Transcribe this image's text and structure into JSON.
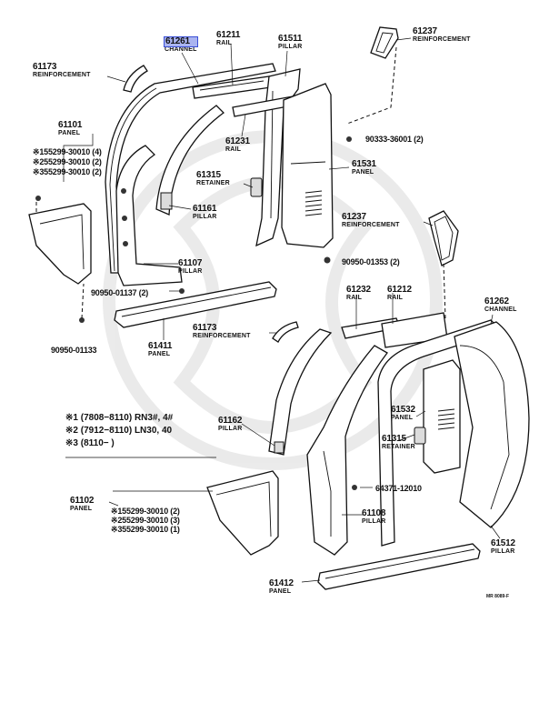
{
  "parts": {
    "p61261": {
      "number": "61261",
      "name": "CHANNEL"
    },
    "p61173a": {
      "number": "61173",
      "name": "REINFORCEMENT"
    },
    "p61211": {
      "number": "61211",
      "name": "RAIL"
    },
    "p61511": {
      "number": "61511",
      "name": "PILLAR"
    },
    "p61237a": {
      "number": "61237",
      "name": "REINFORCEMENT"
    },
    "p61101": {
      "number": "61101",
      "name": "PANEL"
    },
    "p61231": {
      "number": "61231",
      "name": "RAIL"
    },
    "p61531": {
      "number": "61531",
      "name": "PANEL"
    },
    "p61315a": {
      "number": "61315",
      "name": "RETAINER"
    },
    "p61161": {
      "number": "61161",
      "name": "PILLAR"
    },
    "p61237b": {
      "number": "61237",
      "name": "REINFORCEMENT"
    },
    "p61107": {
      "number": "61107",
      "name": "PILLAR"
    },
    "p61232": {
      "number": "61232",
      "name": "RAIL"
    },
    "p61212": {
      "number": "61212",
      "name": "RAIL"
    },
    "p61262": {
      "number": "61262",
      "name": "CHANNEL"
    },
    "p61173b": {
      "number": "61173",
      "name": "REINFORCEMENT"
    },
    "p61411": {
      "number": "61411",
      "name": "PANEL"
    },
    "p61532": {
      "number": "61532",
      "name": "PANEL"
    },
    "p61162": {
      "number": "61162",
      "name": "PILLAR"
    },
    "p61315b": {
      "number": "61315",
      "name": "RETAINER"
    },
    "p61102": {
      "number": "61102",
      "name": "PANEL"
    },
    "p61108": {
      "number": "61108",
      "name": "PILLAR"
    },
    "p61512": {
      "number": "61512",
      "name": "PILLAR"
    },
    "p61412": {
      "number": "61412",
      "name": "PANEL"
    }
  },
  "codes": {
    "c90333": "90333-36001 (2)",
    "c90950_01353": "90950-01353 (2)",
    "c90950_01137": "90950-01137 (2)",
    "c90950_01133": "90950-01133",
    "c64371": "64371-12010"
  },
  "panel61101_codes": [
    "※155299-30010 (4)",
    "※255299-30010 (2)",
    "※355299-30010 (2)"
  ],
  "panel61102_codes": [
    "※155299-30010 (2)",
    "※255299-30010 (3)",
    "※355299-30010 (1)"
  ],
  "legend": [
    {
      "mark": "※1",
      "text": "(7808−8110) RN3#, 4#"
    },
    {
      "mark": "※2",
      "text": "(7912−8110) LN30, 40"
    },
    {
      "mark": "※3",
      "text": "(8110−          )"
    }
  ],
  "drawing_mark": "MR 8089-F"
}
